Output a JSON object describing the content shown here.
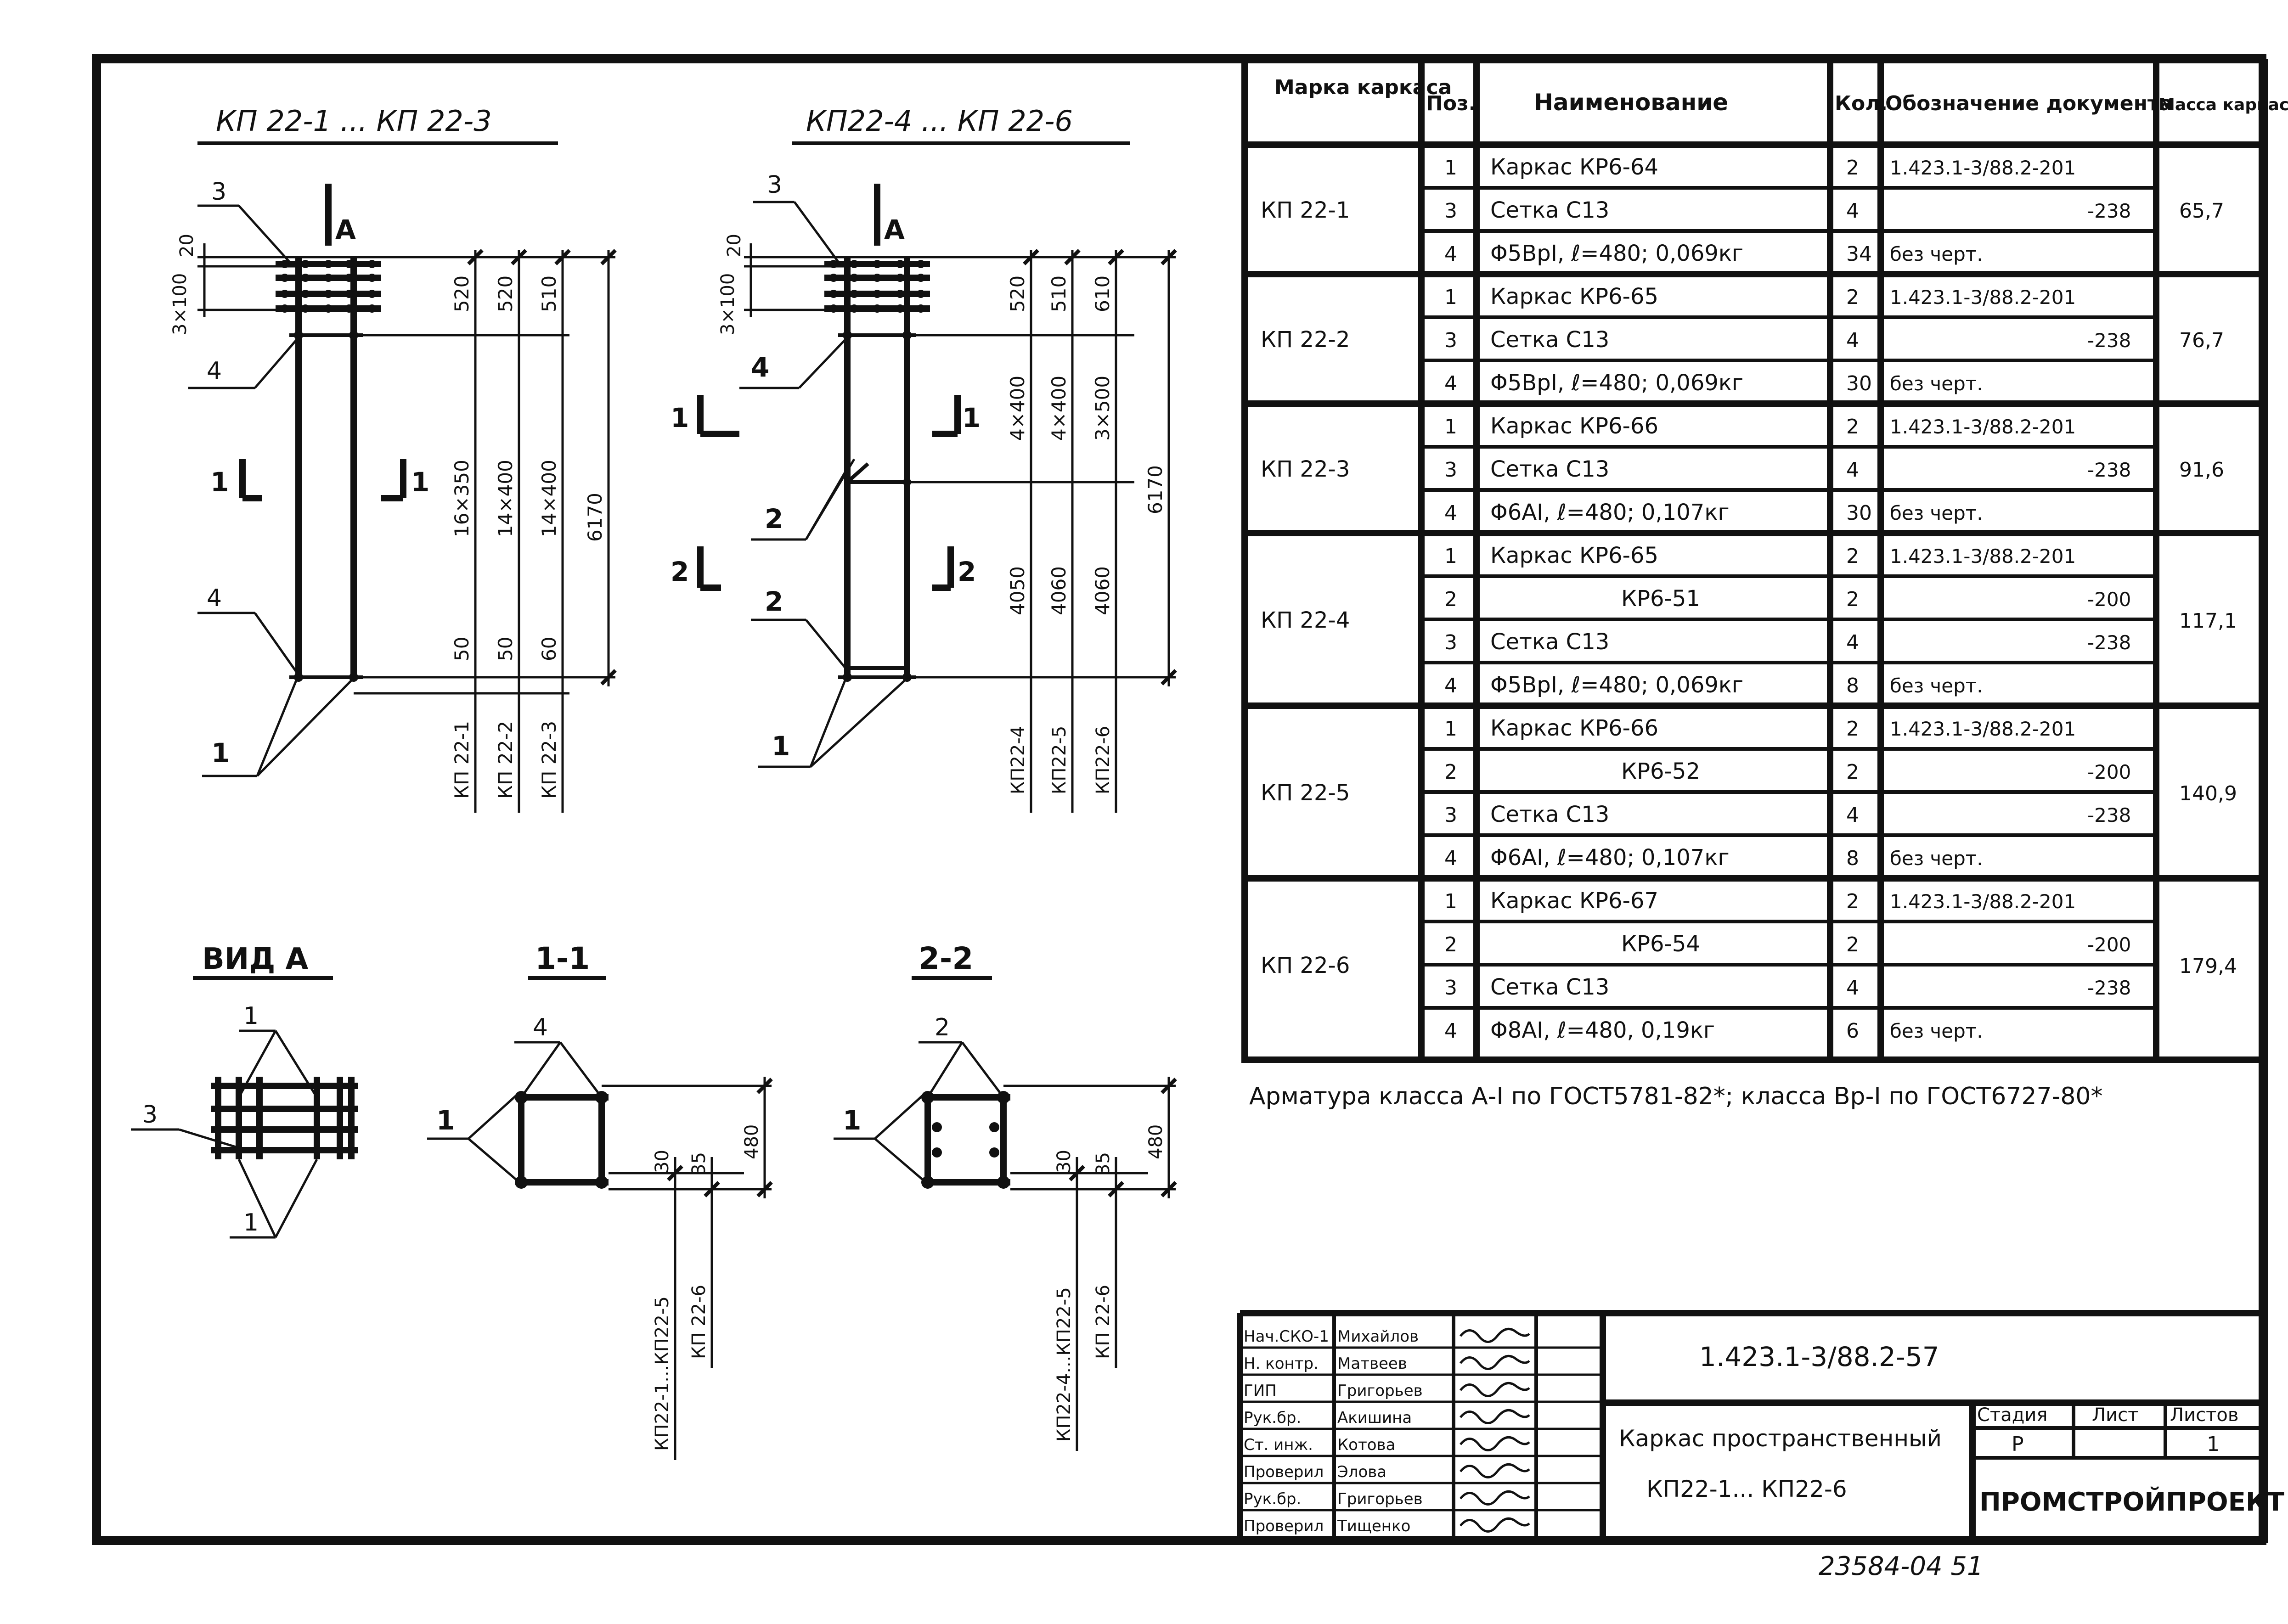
{
  "views": {
    "title_left": "КП 22-1 ... КП 22-3",
    "title_right": "КП22-4 ... КП 22-6",
    "view_a": "ВИД А",
    "section_11": "1-1",
    "section_22": "2-2",
    "arrow_a": "А",
    "callouts": {
      "c1": "1",
      "c2": "2",
      "c3": "3",
      "c4": "4"
    },
    "section_marks": {
      "s1": "1",
      "s2": "2"
    }
  },
  "dims_left": {
    "d20": "20",
    "d3x100": "3×100",
    "cols": [
      {
        "top": "520",
        "mid": "16×350",
        "bot": "50",
        "mark": "КП 22-1"
      },
      {
        "top": "520",
        "mid": "14×400",
        "bot": "50",
        "mark": "КП 22-2"
      },
      {
        "top": "510",
        "mid": "14×400",
        "bot": "60",
        "mark": "КП 22-3"
      }
    ],
    "total": "6170"
  },
  "dims_right": {
    "d20": "20",
    "d3x100": "3×100",
    "cols": [
      {
        "top": "520",
        "mid": "4×400",
        "bot": "4050",
        "mark": "КП22-4"
      },
      {
        "top": "510",
        "mid": "4×400",
        "bot": "4060",
        "mark": "КП22-5"
      },
      {
        "top": "610",
        "mid": "3×500",
        "bot": "4060",
        "mark": "КП22-6"
      }
    ],
    "total": "6170"
  },
  "section_dims": {
    "s11": {
      "d30": "30",
      "d35": "35",
      "d480": "480",
      "m1": "КП22-1...КП22-5",
      "m2": "КП 22-6"
    },
    "s22": {
      "d30": "30",
      "d35": "35",
      "d480": "480",
      "m1": "КП22-4...КП22-5",
      "m2": "КП 22-6"
    }
  },
  "spec_table": {
    "headers": {
      "mark": "Марка каркаса",
      "pos": "Поз.",
      "name": "Наименование",
      "qty": "Кол.",
      "doc": "Обозначение документа",
      "mass": "Масса каркаса, кг"
    },
    "groups": [
      {
        "mark": "КП 22-1",
        "mass": "65,7",
        "rows": [
          {
            "pos": "1",
            "name": "Каркас КР6-64",
            "qty": "2",
            "doc": "1.423.1-3/88.2-201"
          },
          {
            "pos": "3",
            "name": "Сетка С13",
            "qty": "4",
            "doc": "-238"
          },
          {
            "pos": "4",
            "name": "Φ5ВрⅠ, ℓ=480; 0,069кг",
            "qty": "34",
            "doc": "без черт."
          }
        ]
      },
      {
        "mark": "КП 22-2",
        "mass": "76,7",
        "rows": [
          {
            "pos": "1",
            "name": "Каркас КР6-65",
            "qty": "2",
            "doc": "1.423.1-3/88.2-201"
          },
          {
            "pos": "3",
            "name": "Сетка С13",
            "qty": "4",
            "doc": "-238"
          },
          {
            "pos": "4",
            "name": "Φ5ВрⅠ, ℓ=480; 0,069кг",
            "qty": "30",
            "doc": "без черт."
          }
        ]
      },
      {
        "mark": "КП 22-3",
        "mass": "91,6",
        "rows": [
          {
            "pos": "1",
            "name": "Каркас КР6-66",
            "qty": "2",
            "doc": "1.423.1-3/88.2-201"
          },
          {
            "pos": "3",
            "name": "Сетка С13",
            "qty": "4",
            "doc": "-238"
          },
          {
            "pos": "4",
            "name": "Φ6АⅠ, ℓ=480; 0,107кг",
            "qty": "30",
            "doc": "без черт."
          }
        ]
      },
      {
        "mark": "КП 22-4",
        "mass": "117,1",
        "rows": [
          {
            "pos": "1",
            "name": "Каркас КР6-65",
            "qty": "2",
            "doc": "1.423.1-3/88.2-201"
          },
          {
            "pos": "2",
            "name": "КР6-51",
            "qty": "2",
            "doc": "-200"
          },
          {
            "pos": "3",
            "name": "Сетка С13",
            "qty": "4",
            "doc": "-238"
          },
          {
            "pos": "4",
            "name": "Φ5ВрⅠ, ℓ=480; 0,069кг",
            "qty": "8",
            "doc": "без черт."
          }
        ]
      },
      {
        "mark": "КП 22-5",
        "mass": "140,9",
        "rows": [
          {
            "pos": "1",
            "name": "Каркас КР6-66",
            "qty": "2",
            "doc": "1.423.1-3/88.2-201"
          },
          {
            "pos": "2",
            "name": "КР6-52",
            "qty": "2",
            "doc": "-200"
          },
          {
            "pos": "3",
            "name": "Сетка С13",
            "qty": "4",
            "doc": "-238"
          },
          {
            "pos": "4",
            "name": "Φ6АⅠ, ℓ=480; 0,107кг",
            "qty": "8",
            "doc": "без черт."
          }
        ]
      },
      {
        "mark": "КП 22-6",
        "mass": "179,4",
        "rows": [
          {
            "pos": "1",
            "name": "Каркас КР6-67",
            "qty": "2",
            "doc": "1.423.1-3/88.2-201"
          },
          {
            "pos": "2",
            "name": "КР6-54",
            "qty": "2",
            "doc": "-200"
          },
          {
            "pos": "3",
            "name": "Сетка С13",
            "qty": "4",
            "doc": "-238"
          },
          {
            "pos": "4",
            "name": "Φ8АⅠ, ℓ=480, 0,19кг",
            "qty": "6",
            "doc": "без черт."
          }
        ]
      }
    ]
  },
  "note": "Арматура класса А-Ⅰ по ГОСТ5781-82*; класса Вр-Ⅰ по ГОСТ6727-80*",
  "title_block": {
    "roles": [
      {
        "role": "Нач.СКО-1",
        "name": "Михайлов"
      },
      {
        "role": "Н. контр.",
        "name": "Матвеев"
      },
      {
        "role": "ГИП",
        "name": "Григорьев"
      },
      {
        "role": "Рук.бр.",
        "name": "Акишина"
      },
      {
        "role": "Ст. инж.",
        "name": "Котова"
      },
      {
        "role": "Проверил",
        "name": "Элова"
      },
      {
        "role": "Рук.бр.",
        "name": "Григорьев"
      },
      {
        "role": "Проверил",
        "name": "Тищенко"
      }
    ],
    "doc_code": "1.423.1-3/88.2-57",
    "title_line1": "Каркас пространственный",
    "title_line2": "КП22-1... КП22-6",
    "stage_label": "Стадия",
    "sheet_label": "Лист",
    "sheets_label": "Листов",
    "stage_value": "Р",
    "sheet_value": "",
    "sheets_value": "1",
    "org": "ПРОМСТРОЙПРОЕКТ"
  },
  "footer_stamp": "23584-04 51"
}
